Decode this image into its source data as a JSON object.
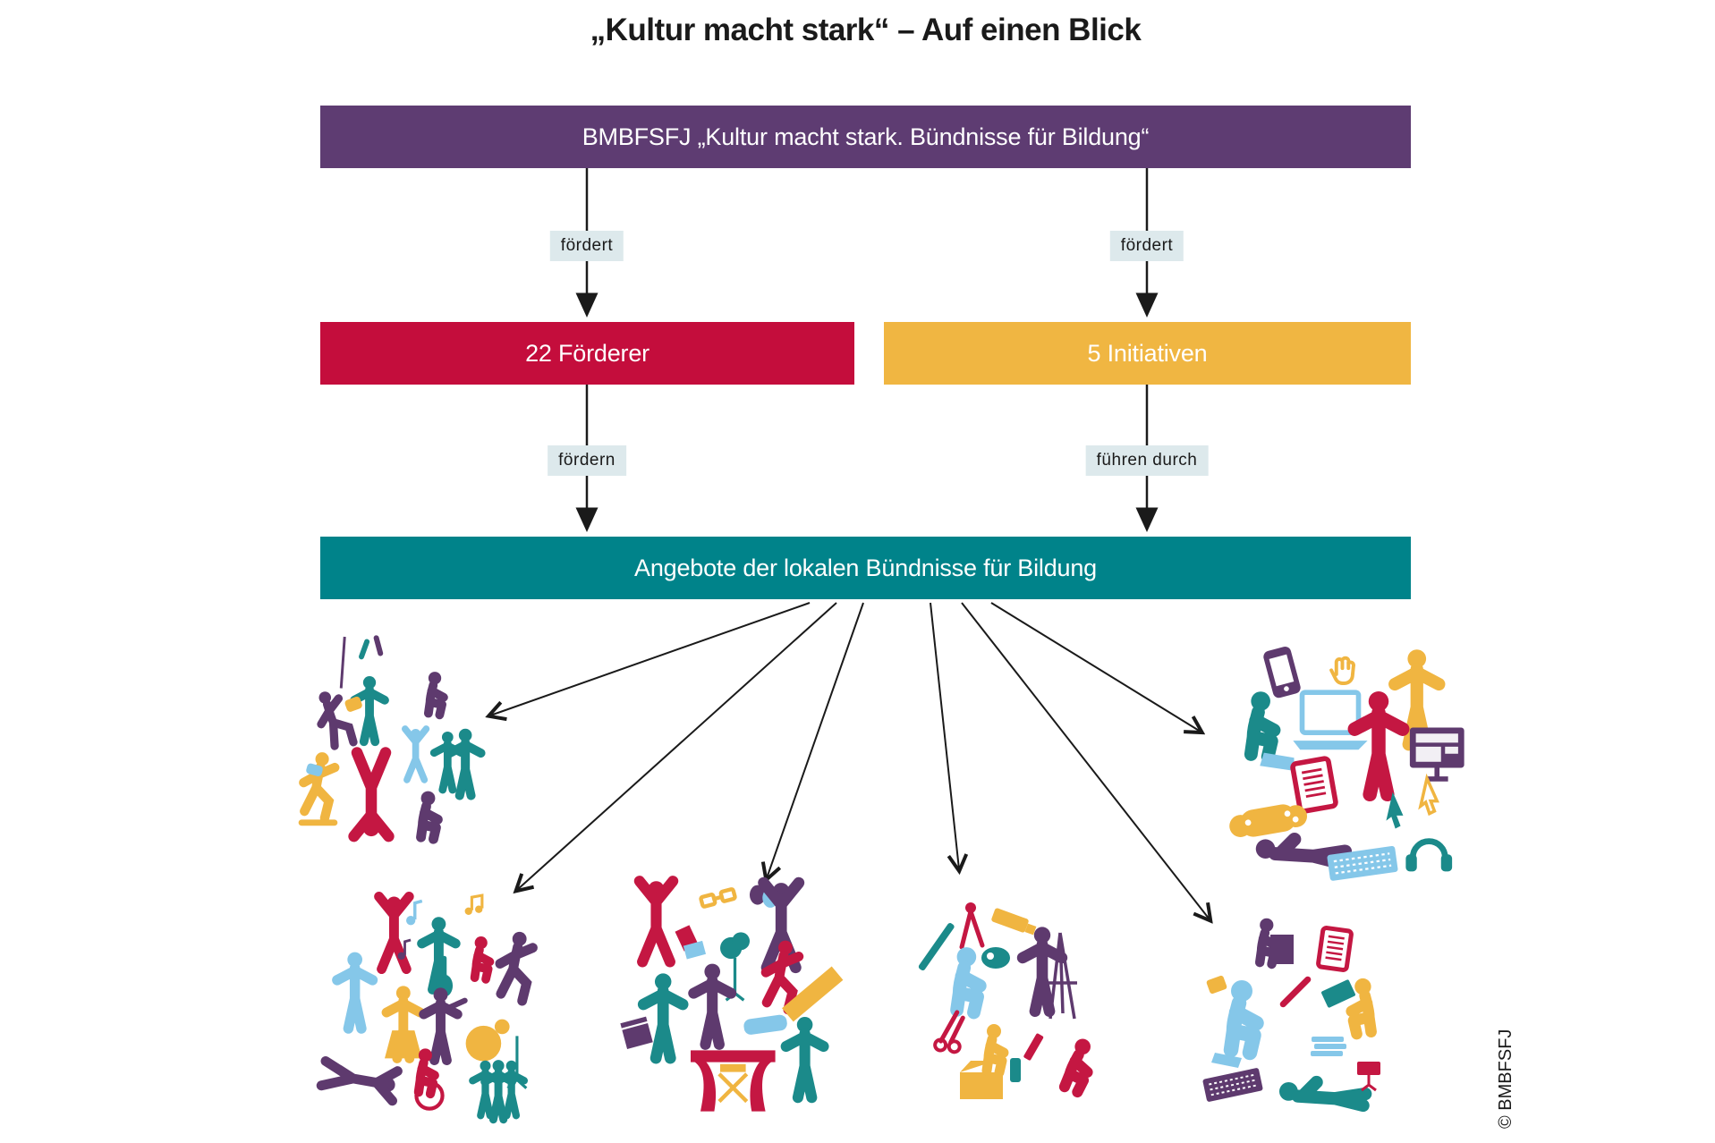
{
  "title": "„Kultur macht stark“ – Auf einen Blick",
  "copyright": "© BMBFSFJ",
  "colors": {
    "program_purple": "#5e3c72",
    "funders_red": "#c40d3c",
    "initiatives_yellow": "#f0b642",
    "offers_teal": "#00838a",
    "silhouette_light_blue": "#85c7e9",
    "edge_label_background": "#dde9ec",
    "arrow_black": "#1a1a1a"
  },
  "nodes": {
    "program": {
      "label": "BMBFSFJ „Kultur macht stark. Bündnisse für Bildung“"
    },
    "funders": {
      "label": "22 Förderer"
    },
    "initiatives": {
      "label": "5 Initiativen"
    },
    "offers": {
      "label": "Angebote der lokalen Bündnisse für Bildung"
    }
  },
  "edges": {
    "program_to_funders": "fördert",
    "program_to_initiatives": "fördert",
    "funders_to_offers": "fördern",
    "initiatives_to_offers": "führen durch"
  },
  "clusters": [
    {
      "icon": "circus-acrobatics-silhouettes-illustration"
    },
    {
      "icon": "music-silhouettes-illustration"
    },
    {
      "icon": "theatre-film-silhouettes-illustration"
    },
    {
      "icon": "arts-crafts-silhouettes-illustration"
    },
    {
      "icon": "reading-literature-silhouettes-illustration"
    },
    {
      "icon": "digital-media-silhouettes-illustration"
    }
  ]
}
